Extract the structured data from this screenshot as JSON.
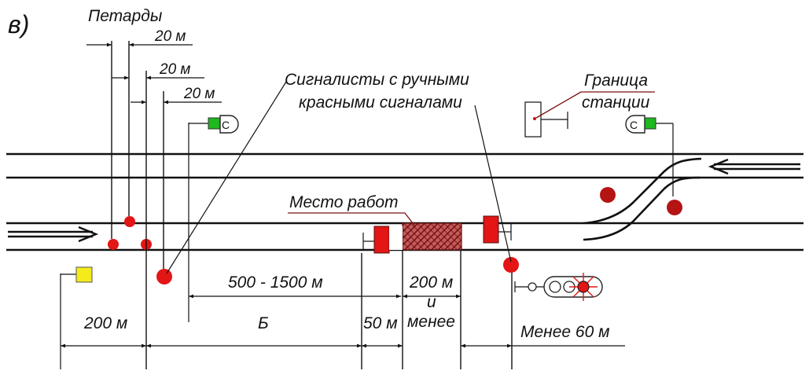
{
  "figure": {
    "panel_letter": "в)",
    "petards_label": "Петарды",
    "petard_spacings": [
      "20 м",
      "20 м",
      "20 м"
    ],
    "signalmen_label_line1": "Сигналисты с ручными",
    "signalmen_label_line2": "красными сигналами",
    "station_boundary_line1": "Граница",
    "station_boundary_line2": "станции",
    "work_site_label": "Место работ",
    "signal_letter": "С",
    "dim_500_1500": "500 - 1500 м",
    "dim_200_less_line1": "200 м",
    "dim_200_less_line2": "и",
    "dim_200_less_line3": "менее",
    "dim_200": "200 м",
    "dim_b": "Б",
    "dim_50": "50 м",
    "dim_less_60": "Менее 60 м"
  },
  "colors": {
    "signal_red": "#e31515",
    "signal_green": "#1fb81f",
    "signal_yellow": "#f5ea1a",
    "work_site_hatch": "#8a1d1d",
    "leader_dark_red": "#7a1010",
    "line": "#111111"
  }
}
